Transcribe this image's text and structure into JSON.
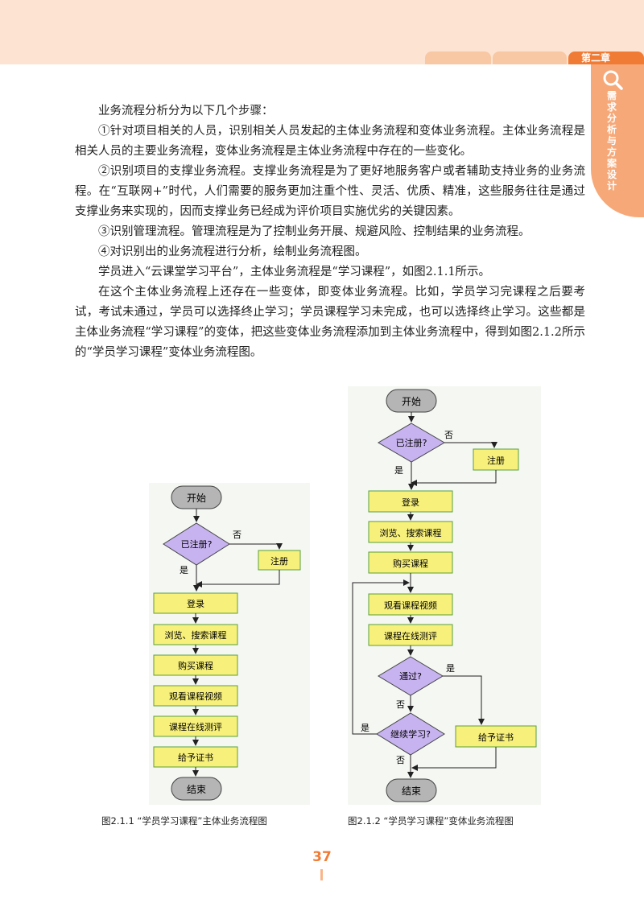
{
  "header": {
    "chapter_label": "第二章",
    "side_title": "需求分析与方案设计",
    "side_icon": "magnifier-icon"
  },
  "body": {
    "paragraphs": [
      "业务流程分析分为以下几个步骤：",
      "①针对项目相关的人员，识别相关人员发起的主体业务流程和变体业务流程。主体业务流程是相关人员的主要业务流程，变体业务流程是主体业务流程中存在的一些变化。",
      "②识别项目的支撑业务流程。支撑业务流程是为了更好地服务客户或者辅助支持业务的业务流程。在“互联网+”时代，人们需要的服务更加注重个性、灵活、优质、精准，这些服务往往是通过支撑业务来实现的，因而支撑业务已经成为评价项目实施优劣的关键因素。",
      "③识别管理流程。管理流程是为了控制业务开展、规避风险、控制结果的业务流程。",
      "④对识别出的业务流程进行分析，绘制业务流程图。",
      "学员进入“云课堂学习平台”，主体业务流程是“学习课程”，如图2.1.1所示。",
      "在这个主体业务流程上还存在一些变体，即变体业务流程。比如，学员学习完课程之后要考试，考试未通过，学员可以选择终止学习；学员课程学习未完成，也可以选择终止学习。这些都是主体业务流程“学习课程”的变体，把这些变体业务流程添加到主体业务流程中，得到如图2.1.2所示的“学员学习课程”变体业务流程图。"
    ]
  },
  "figure1": {
    "caption": "图2.1.1 “学员学习课程”主体业务流程图",
    "start": "开始",
    "decision": "已注册?",
    "no_label": "否",
    "yes_label": "是",
    "register": "注册",
    "steps": [
      "登录",
      "浏览、搜索课程",
      "购买课程",
      "观看课程视频",
      "课程在线测评",
      "给予证书"
    ],
    "end": "结束"
  },
  "figure2": {
    "caption": "图2.1.2 “学员学习课程”变体业务流程图",
    "start": "开始",
    "decision": "已注册?",
    "no_label": "否",
    "yes_label": "是",
    "register": "注册",
    "steps": [
      "登录",
      "浏览、搜索课程",
      "购买课程",
      "观看课程视频",
      "课程在线测评"
    ],
    "pass_decision": "通过?",
    "pass_yes": "是",
    "pass_no": "否",
    "continue_decision": "继续学习?",
    "continue_yes": "是",
    "continue_no": "否",
    "certificate": "给予证书",
    "end": "结束"
  },
  "footer": {
    "page_number": "37"
  },
  "colors": {
    "accent": "#f07b35",
    "process_fill": "#f7f07a",
    "process_stroke": "#5aa03c",
    "decision_fill": "#c7b3f0",
    "terminal_fill": "#b5b5b5"
  }
}
